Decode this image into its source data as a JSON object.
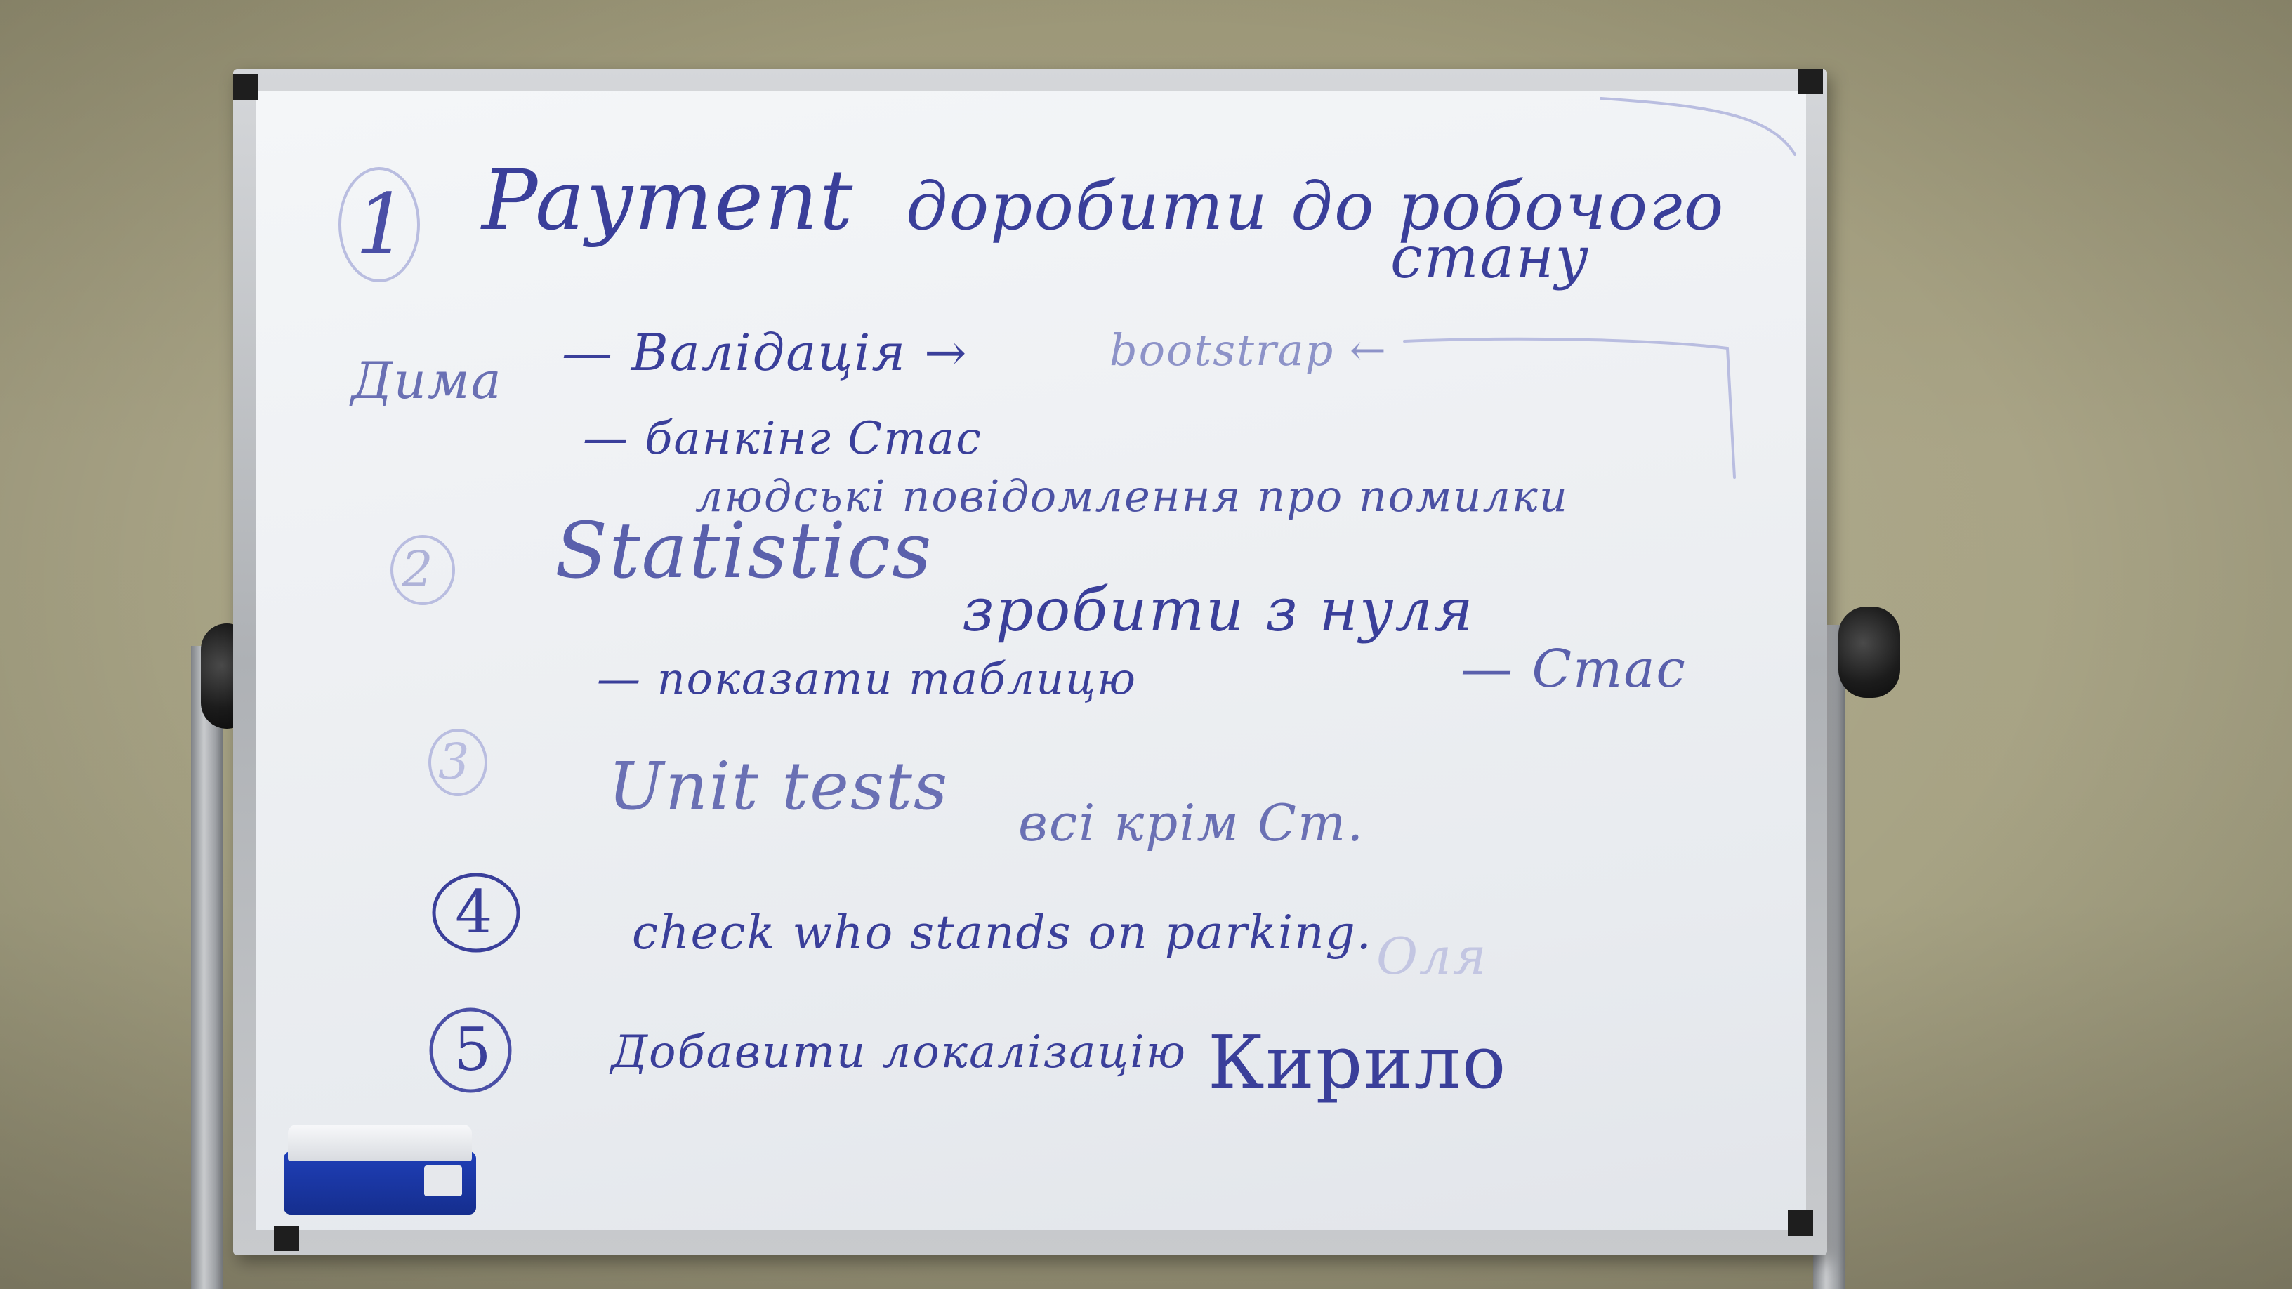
{
  "whiteboard": {
    "lines": [
      {
        "id": "item1-num",
        "text": "1"
      },
      {
        "id": "item1-title",
        "text": "Payment"
      },
      {
        "id": "item1-task",
        "text": "доробити до робочого"
      },
      {
        "id": "item1-task-cont",
        "text": "стану"
      },
      {
        "id": "assignee-dima",
        "text": "Дима"
      },
      {
        "id": "sub-validation",
        "text": "— Валідація →"
      },
      {
        "id": "sub-bootstrap",
        "text": "bootstrap ←"
      },
      {
        "id": "sub-banking",
        "text": "— банкінг Стас"
      },
      {
        "id": "sub-messages",
        "text": "людські повідомлення про помилки"
      },
      {
        "id": "item2-num",
        "text": "2"
      },
      {
        "id": "item2-title",
        "text": "Statistics"
      },
      {
        "id": "item2-task",
        "text": "зробити з нуля"
      },
      {
        "id": "item2-owner",
        "text": "— Стас"
      },
      {
        "id": "item2-sub",
        "text": "— показати таблицю"
      },
      {
        "id": "item3-num",
        "text": "3"
      },
      {
        "id": "item3-title",
        "text": "Unit tests"
      },
      {
        "id": "item3-task",
        "text": "всі крім Ст."
      },
      {
        "id": "item4-num",
        "text": "4"
      },
      {
        "id": "item4-title",
        "text": "check who stands on parking."
      },
      {
        "id": "item4-owner",
        "text": "Оля"
      },
      {
        "id": "item5-num",
        "text": "5"
      },
      {
        "id": "item5-title",
        "text": "Добавити локалізацію"
      },
      {
        "id": "item5-owner",
        "text": "Кирило"
      }
    ]
  },
  "colors": {
    "ink": "#3a3f9a",
    "faded_ink": "#8d93c8",
    "eraser_blue": "#1f3fb8"
  }
}
